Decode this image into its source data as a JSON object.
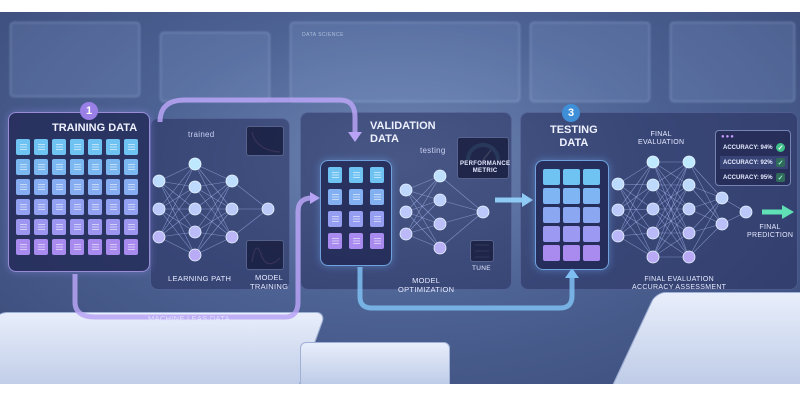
{
  "background": {
    "dashboard_title": "DATA SCIENCE"
  },
  "training": {
    "step": "1",
    "title_line1": "TRAINING DATA",
    "trained_label": "trained",
    "learning_path_label": "LEARNING PATH",
    "model_training_line1": "MODEL",
    "model_training_line2": "TRAINING",
    "loop_label": "MACHINE LEAS DATA"
  },
  "validation": {
    "title_line1": "VALIDATION",
    "title_line2": "DATA",
    "testing_label": "testing",
    "metric_line1": "PERFORMANCE",
    "metric_line2": "METRIC",
    "tune_label": "TUNE",
    "optimization_line1": "MODEL",
    "optimization_line2": "OPTIMIZATION"
  },
  "testing": {
    "step": "3",
    "title_line1": "TESTING",
    "title_line2": "DATA",
    "final_eval_line1": "FINAL",
    "final_eval_line2": "EVALUATION",
    "assessment_line1": "FINAL EVALUATION",
    "assessment_line2": "ACCURACY ASSESSMENT",
    "prediction_line1": "FINAL",
    "prediction_line2": "PREDICTION"
  },
  "accuracy": [
    {
      "label": "ACCURACY: 94%",
      "check": "✓"
    },
    {
      "label": "ACCURACY: 92%",
      "check": "✓"
    },
    {
      "label": "ACCURACY: 95%",
      "check": "✓"
    }
  ],
  "colors": {
    "purple": "#a98bf0",
    "blue": "#6fc3f2",
    "green": "#5fe0b5"
  }
}
